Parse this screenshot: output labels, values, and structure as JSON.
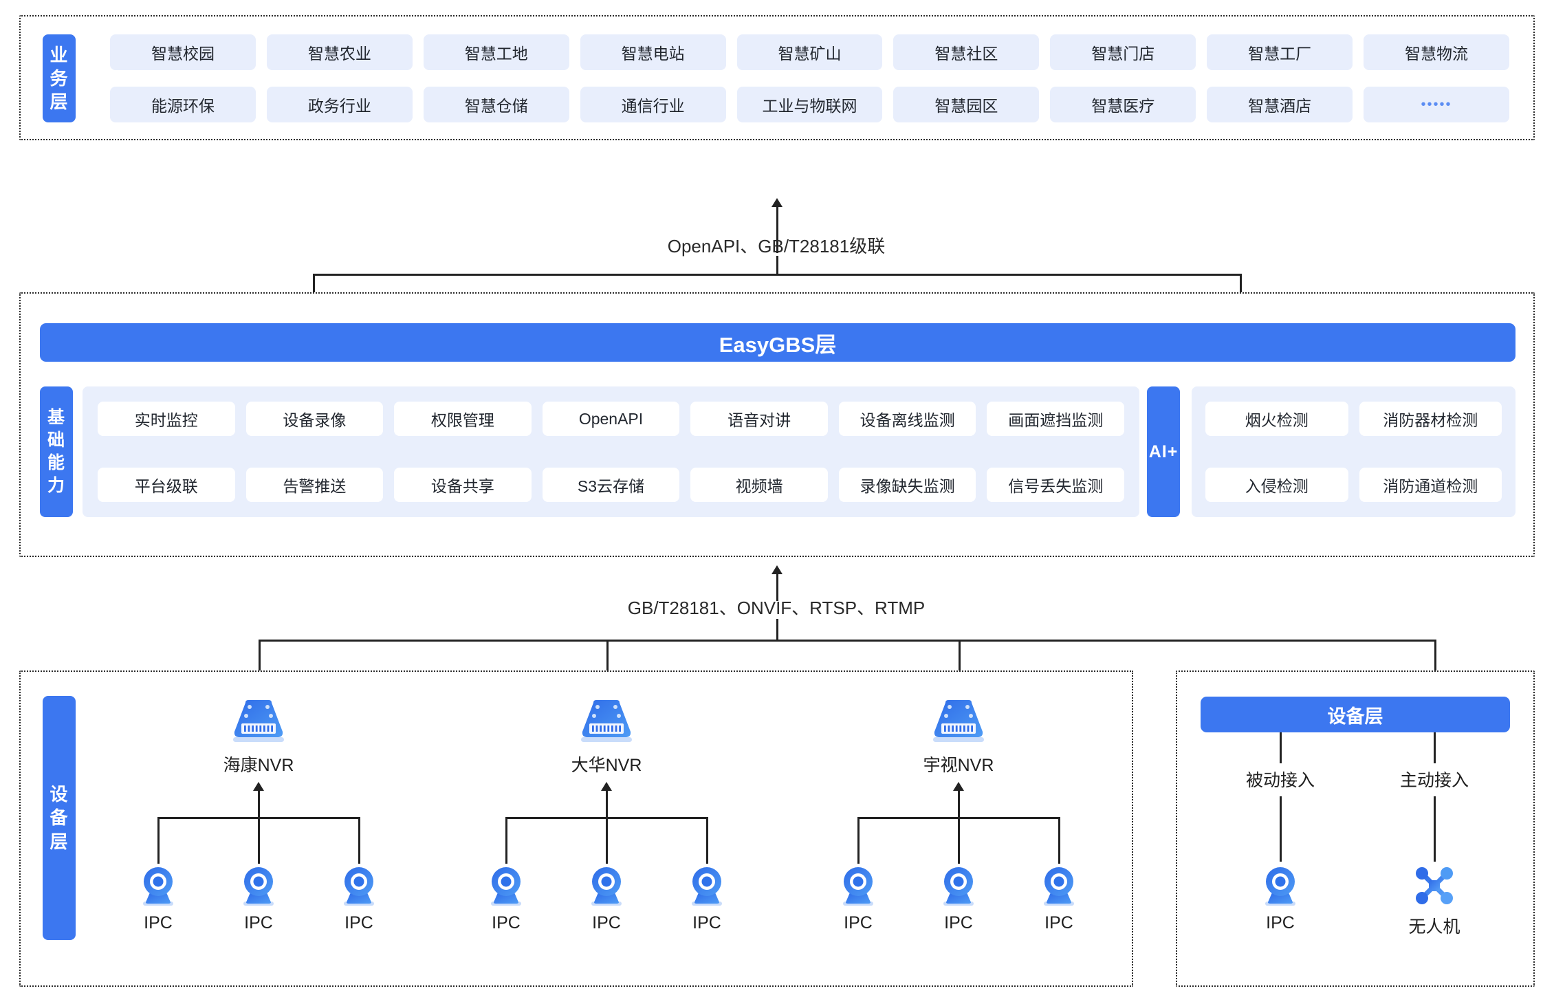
{
  "colors": {
    "brand_blue": "#3c77f0",
    "chip_bg": "#e8eefc",
    "pane_bg": "#e9effc",
    "line": "#222222",
    "white": "#ffffff"
  },
  "business_layer": {
    "label": "业务层",
    "row1": [
      "智慧校园",
      "智慧农业",
      "智慧工地",
      "智慧电站",
      "智慧矿山",
      "智慧社区",
      "智慧门店",
      "智慧工厂",
      "智慧物流"
    ],
    "row2": [
      "能源环保",
      "政务行业",
      "智慧仓储",
      "通信行业",
      "工业与物联网",
      "智慧园区",
      "智慧医疗",
      "智慧酒店",
      "•••••"
    ]
  },
  "connector_top": {
    "label": "OpenAPI、GB/T28181级联"
  },
  "easygbs": {
    "banner_title": "EasyGBS层",
    "capability_label": "基础能力",
    "capabilities_row1": [
      "实时监控",
      "设备录像",
      "权限管理",
      "OpenAPI",
      "语音对讲",
      "设备离线监测",
      "画面遮挡监测"
    ],
    "capabilities_row2": [
      "平台级联",
      "告警推送",
      "设备共享",
      "S3云存储",
      "视频墙",
      "录像缺失监测",
      "信号丢失监测"
    ],
    "ai_label": "AI+",
    "ai_row1": [
      "烟火检测",
      "消防器材检测"
    ],
    "ai_row2": [
      "入侵检测",
      "消防通道检测"
    ]
  },
  "connector_bottom": {
    "label": "GB/T28181、ONVIF、RTSP、RTMP"
  },
  "device_layer_left": {
    "label": "设备层",
    "nvr_groups": [
      {
        "nvr_label": "海康NVR",
        "cameras": [
          "IPC",
          "IPC",
          "IPC"
        ]
      },
      {
        "nvr_label": "大华NVR",
        "cameras": [
          "IPC",
          "IPC",
          "IPC"
        ]
      },
      {
        "nvr_label": "宇视NVR",
        "cameras": [
          "IPC",
          "IPC",
          "IPC"
        ]
      }
    ]
  },
  "device_layer_right": {
    "banner_title": "设备层",
    "branches": [
      {
        "mode": "被动接入",
        "device_label": "IPC",
        "icon": "camera-icon"
      },
      {
        "mode": "主动接入",
        "device_label": "无人机",
        "icon": "drone-icon"
      }
    ]
  }
}
